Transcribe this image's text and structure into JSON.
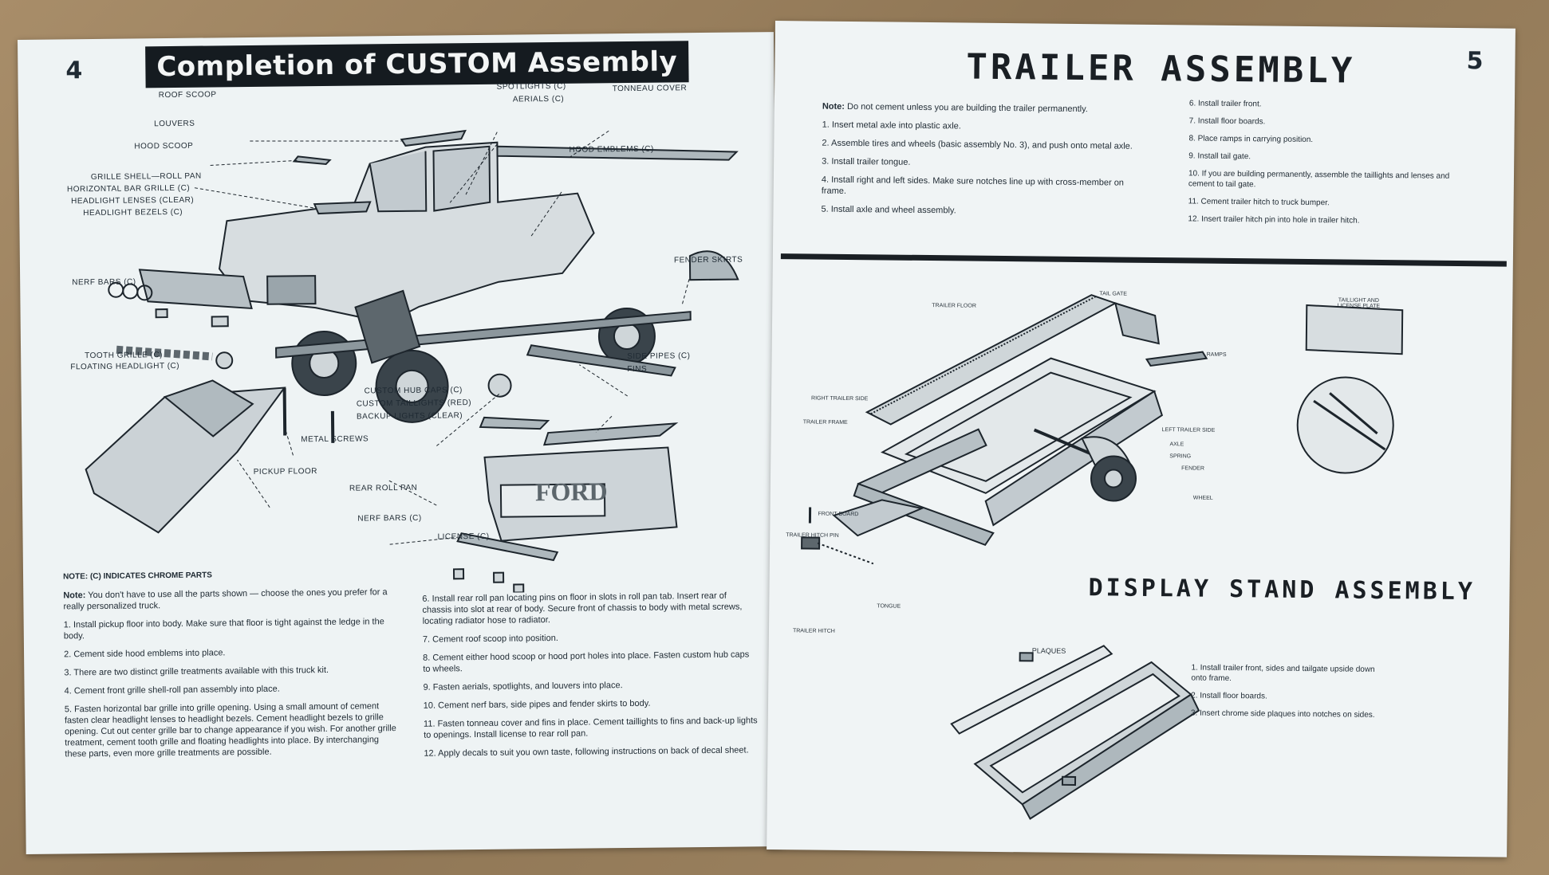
{
  "left_page": {
    "page_number": "4",
    "title": "Completion of CUSTOM Assembly",
    "callouts": [
      "ROOF SCOOP",
      "SPOTLIGHTS (C)",
      "AERIALS (C)",
      "TONNEAU COVER",
      "LOUVERS",
      "HOOD SCOOP",
      "HOOD EMBLEMS (C)",
      "GRILLE SHELL—ROLL PAN",
      "HORIZONTAL BAR GRILLE (C)",
      "HEADLIGHT LENSES (Clear)",
      "HEADLIGHT BEZELS (C)",
      "FENDER SKIRTS",
      "NERF BARS (C)",
      "TOOTH GRILLE (C)",
      "FLOATING HEADLIGHT (C)",
      "SIDE PIPES (C)",
      "FINS",
      "CUSTOM HUB CAPS (C)",
      "CUSTOM TAILLIGHTS (Red)",
      "BACKUP LIGHTS (Clear)",
      "METAL SCREWS",
      "PICKUP FLOOR",
      "REAR ROLL PAN",
      "NERF BARS (C)",
      "LICENSE (C)"
    ],
    "tailgate_text": "FORD",
    "chrome_note": "NOTE: (C) INDICATES CHROME PARTS",
    "note_label": "Note:",
    "note_text": "You don't have to use all the parts shown — choose the ones you prefer for a really personalized truck.",
    "steps_col1": [
      "1. Install pickup floor into body. Make sure that floor is tight against the ledge in the body.",
      "2. Cement side hood emblems into place.",
      "3. There are two distinct grille treatments available with this truck kit.",
      "4. Cement front grille shell-roll pan assembly into place.",
      "5. Fasten horizontal bar grille into grille opening. Using a small amount of cement fasten clear headlight lenses to headlight bezels. Cement headlight bezels to grille opening. Cut out center grille bar to change appearance if you wish. For another grille treatment, cement tooth grille and floating headlights into place. By interchanging these parts, even more grille treatments are possible."
    ],
    "steps_col2": [
      "6. Install rear roll pan locating pins on floor in slots in roll pan tab. Insert rear of chassis into slot at rear of body. Secure front of chassis to body with metal screws, locating radiator hose to radiator.",
      "7. Cement roof scoop into position.",
      "8. Cement either hood scoop or hood port holes into place. Fasten custom hub caps to wheels.",
      "9. Fasten aerials, spotlights, and louvers into place.",
      "10. Cement nerf bars, side pipes and fender skirts to body.",
      "11. Fasten tonneau cover and fins in place. Cement taillights to fins and back-up lights to openings. Install license to rear roll pan.",
      "12. Apply decals to suit you own taste, following instructions on back of decal sheet."
    ]
  },
  "right_page": {
    "page_number": "5",
    "title": "TRAILER ASSEMBLY",
    "note_label": "Note:",
    "note_text": "Do not cement unless you are building the trailer permanently.",
    "steps_col1": [
      "1. Insert metal axle into plastic axle.",
      "2. Assemble tires and wheels (basic assembly No. 3), and push onto metal axle.",
      "3. Install trailer tongue.",
      "4. Install right and left sides. Make sure notches line up with cross-member on frame.",
      "5. Install axle and wheel assembly."
    ],
    "steps_col2": [
      "6. Install trailer front.",
      "7. Install floor boards.",
      "8. Place ramps in carrying position.",
      "9. Install tail gate.",
      "10. If you are building permanently, assemble the taillights and lenses and cement to tail gate.",
      "11. Cement trailer hitch to truck bumper.",
      "12. Insert trailer hitch pin into hole in trailer hitch."
    ],
    "trailer_callouts": [
      "TRAILER FLOOR",
      "TAIL GATE",
      "RAMPS",
      "RIGHT TRAILER SIDE",
      "TRAILER FRAME",
      "LEFT TRAILER SIDE",
      "AXLE",
      "SPRING",
      "FENDER",
      "WHEEL",
      "FRONT BOARD",
      "TRAILER HITCH PIN",
      "TONGUE",
      "TRAILER HITCH",
      "TAILLIGHT AND LICENSE PLATE"
    ],
    "display_stand_title": "DISPLAY STAND ASSEMBLY",
    "stand_callout": "PLAQUES",
    "stand_steps": [
      "1. Install trailer front, sides and tailgate upside down onto frame.",
      "2. Install floor boards.",
      "3. Insert chrome side plaques into notches on sides."
    ]
  }
}
